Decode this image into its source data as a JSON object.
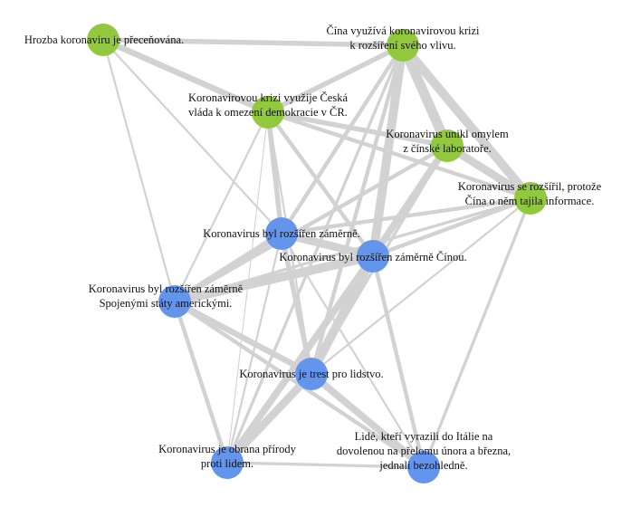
{
  "colors": {
    "green": "#92c83e",
    "blue": "#6495ed",
    "edge": "#d2d2d2",
    "background": "#ffffff"
  },
  "nodes": [
    {
      "id": "n1",
      "group": "green",
      "lines": [
        "Hrozba koronaviru je přeceňována."
      ]
    },
    {
      "id": "n2",
      "group": "green",
      "lines": [
        "Čína využívá koronavirovou krizi",
        "k rozšíření svého vlivu."
      ]
    },
    {
      "id": "n3",
      "group": "green",
      "lines": [
        "Koronavirovou krizi využije Česká",
        "vláda k omezení demokracie v ČR."
      ]
    },
    {
      "id": "n4",
      "group": "green",
      "lines": [
        "Koronavirus unikl omylem",
        "z čínské laboratoře."
      ]
    },
    {
      "id": "n5",
      "group": "green",
      "lines": [
        "Koronavirus se rozšířil, protože",
        "Čína o něm tajila informace."
      ]
    },
    {
      "id": "n6",
      "group": "blue",
      "lines": [
        "Koronavirus byl rozšířen záměrně."
      ]
    },
    {
      "id": "n7",
      "group": "blue",
      "lines": [
        "Koronavirus byl rozšířen záměrně Čínou."
      ]
    },
    {
      "id": "n8",
      "group": "blue",
      "lines": [
        "Koronavirus byl rozšířen záměrně",
        "Spojenými státy americkými."
      ]
    },
    {
      "id": "n9",
      "group": "blue",
      "lines": [
        "Koronavirus je trest pro lidstvo."
      ]
    },
    {
      "id": "n10",
      "group": "blue",
      "lines": [
        "Koronavirus je obrana přírody",
        "proti lidem."
      ]
    },
    {
      "id": "n11",
      "group": "blue",
      "lines": [
        "Lidé, kteří vyrazili do Itálie na",
        "dovolenou na přelomu února a března,",
        "jednali bezohledně."
      ]
    }
  ],
  "edges": [
    {
      "source": "n2",
      "target": "n4",
      "weight": 10
    },
    {
      "source": "n2",
      "target": "n5",
      "weight": 9
    },
    {
      "source": "n4",
      "target": "n5",
      "weight": 8
    },
    {
      "source": "n1",
      "target": "n2",
      "weight": 5
    },
    {
      "source": "n1",
      "target": "n3",
      "weight": 6
    },
    {
      "source": "n3",
      "target": "n2",
      "weight": 5
    },
    {
      "source": "n3",
      "target": "n4",
      "weight": 5
    },
    {
      "source": "n3",
      "target": "n5",
      "weight": 4
    },
    {
      "source": "n3",
      "target": "n6",
      "weight": 5
    },
    {
      "source": "n3",
      "target": "n7",
      "weight": 4
    },
    {
      "source": "n2",
      "target": "n6",
      "weight": 4
    },
    {
      "source": "n2",
      "target": "n7",
      "weight": 9
    },
    {
      "source": "n4",
      "target": "n7",
      "weight": 7
    },
    {
      "source": "n4",
      "target": "n8",
      "weight": 4
    },
    {
      "source": "n5",
      "target": "n6",
      "weight": 4
    },
    {
      "source": "n5",
      "target": "n7",
      "weight": 4
    },
    {
      "source": "n5",
      "target": "n11",
      "weight": 3
    },
    {
      "source": "n6",
      "target": "n7",
      "weight": 8
    },
    {
      "source": "n8",
      "target": "n7",
      "weight": 9
    },
    {
      "source": "n8",
      "target": "n6",
      "weight": 6
    },
    {
      "source": "n6",
      "target": "n9",
      "weight": 5
    },
    {
      "source": "n7",
      "target": "n9",
      "weight": 9
    },
    {
      "source": "n8",
      "target": "n9",
      "weight": 6
    },
    {
      "source": "n8",
      "target": "n11",
      "weight": 4
    },
    {
      "source": "n8",
      "target": "n10",
      "weight": 4
    },
    {
      "source": "n9",
      "target": "n10",
      "weight": 8
    },
    {
      "source": "n9",
      "target": "n11",
      "weight": 7
    },
    {
      "source": "n7",
      "target": "n10",
      "weight": 7
    },
    {
      "source": "n7",
      "target": "n11",
      "weight": 4
    },
    {
      "source": "n6",
      "target": "n11",
      "weight": 2
    },
    {
      "source": "n10",
      "target": "n11",
      "weight": 3
    },
    {
      "source": "n1",
      "target": "n8",
      "weight": 2
    },
    {
      "source": "n1",
      "target": "n6",
      "weight": 2
    },
    {
      "source": "n3",
      "target": "n8",
      "weight": 2
    },
    {
      "source": "n3",
      "target": "n10",
      "weight": 1
    },
    {
      "source": "n3",
      "target": "n9",
      "weight": 2
    },
    {
      "source": "n2",
      "target": "n9",
      "weight": 4
    },
    {
      "source": "n4",
      "target": "n9",
      "weight": 3
    },
    {
      "source": "n8",
      "target": "n5",
      "weight": 3
    },
    {
      "source": "n2",
      "target": "n10",
      "weight": 3
    },
    {
      "source": "n9",
      "target": "n5",
      "weight": 2
    },
    {
      "source": "n6",
      "target": "n10",
      "weight": 2
    },
    {
      "source": "n7",
      "target": "n8",
      "weight": 3
    }
  ]
}
